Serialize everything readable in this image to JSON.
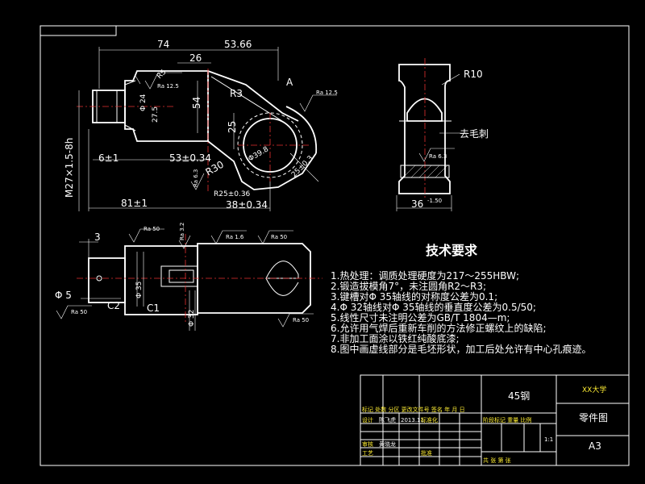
{
  "dims_top": {
    "d74": "74",
    "d5366": "53.66",
    "d26": "26",
    "dR3": "R3",
    "dR5": "R5",
    "dA": "A",
    "dPhi24": "Φ 24",
    "d2756": "27.5",
    "d54": "54",
    "d25": "25",
    "dPhi39": "Φ39.8",
    "dM27": "M27×1.5-8h",
    "d6": "6±1",
    "d53": "53±0.34",
    "dR30": "R30",
    "dR25": "R25±0.36",
    "d38": "38±0.34",
    "d81": "81±1",
    "d25b": "25±0.3",
    "ra125a": "Ra 12.5",
    "ra125b": "Ra 12.5",
    "ra63": "Ra 6.3"
  },
  "dims_side": {
    "dR10": "R10",
    "label_cut": "去毛刺",
    "ra63": "Ra 6.3",
    "d36": "36",
    "d36tol": "-1.50"
  },
  "dims_bottom": {
    "d3": "3",
    "ra50a": "Ra 50",
    "ra32": "Ra 3.2",
    "ra16": "Ra 1.6",
    "ra50b": "Ra 50",
    "phi5": "Φ 5",
    "c2": "C2",
    "c1": "C1",
    "phi35": "Φ 35",
    "phi32": "Φ 32",
    "ra50c": "Ra 50",
    "ra50d": "Ra 50"
  },
  "notes": {
    "heading": "技术要求",
    "lines": [
      "1.热处理：调质处理硬度为217～255HBW;",
      "2.锻造拔模角7°，未注圆角R2～R3;",
      "3.键槽对Φ 35轴线的对称度公差为0.1;",
      "4.Φ 32轴线对Φ 35轴线的垂直度公差为0.5/50;",
      "5.线性尺寸未注明公差为GB/T 1804—m;",
      "6.允许用气焊后重新车削的方法修正螺纹上的缺陷;",
      "7.非加工面涂以铁红纯酸底漆;",
      "8.图中画虚线部分是毛坯形状，加工后处允许有中心孔痕迹。"
    ]
  },
  "title_block": {
    "material": "45钢",
    "school": "XX大学",
    "drawing_name": "零件图",
    "sheet_size": "A3",
    "rev_header": "标记 处数 分区 更改文件号 签名 年 月 日",
    "designer_label": "设计",
    "designer_name": "陈飞虎",
    "design_date": "2013.11",
    "std_label": "标准化",
    "check_label": "审核",
    "check_name": "黄晓龙",
    "process_label": "工艺",
    "approve_label": "批准",
    "stage_header": "阶段标记 重量 比例",
    "scale": "1:1",
    "sheet_count": "共 张 第 张",
    "color_red": "#e53030",
    "color_yellow": "#ffee33"
  }
}
